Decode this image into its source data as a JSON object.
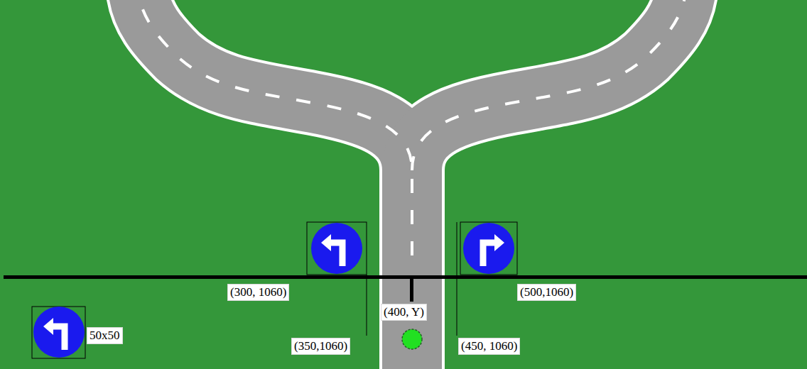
{
  "diagram": {
    "labels": [
      "(300, 1060)",
      "(500,1060)",
      "(400, Y)",
      "(350,1060)",
      "(450, 1060)",
      "50x50"
    ]
  }
}
